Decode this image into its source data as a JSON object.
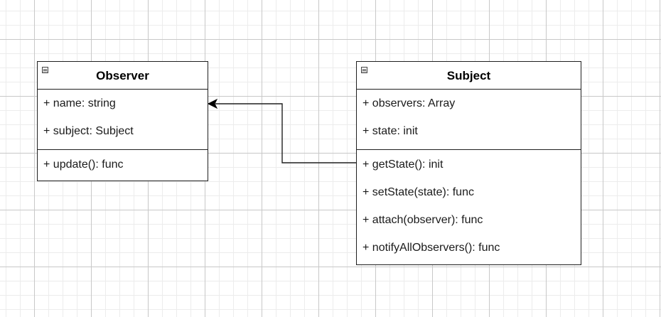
{
  "diagram": {
    "classes": [
      {
        "name": "Observer",
        "attributes": [
          "+ name: string",
          "+ subject: Subject"
        ],
        "methods": [
          "+ update(): func"
        ]
      },
      {
        "name": "Subject",
        "attributes": [
          "+ observers: Array",
          "+ state: init"
        ],
        "methods": [
          "+ getState(): init",
          "+ setState(state): func",
          "+ attach(observer): func",
          "+ notifyAllObservers(): func"
        ]
      }
    ],
    "connector": {
      "from": "Subject",
      "to": "Observer",
      "arrow": "open-filled"
    }
  },
  "colors": {
    "stroke": "#1f1f1f",
    "grid_major": "#c8c8c8",
    "grid_minor": "#ececec",
    "background": "#ffffff"
  },
  "icons": {
    "collapse": "collapse-minus-icon"
  }
}
